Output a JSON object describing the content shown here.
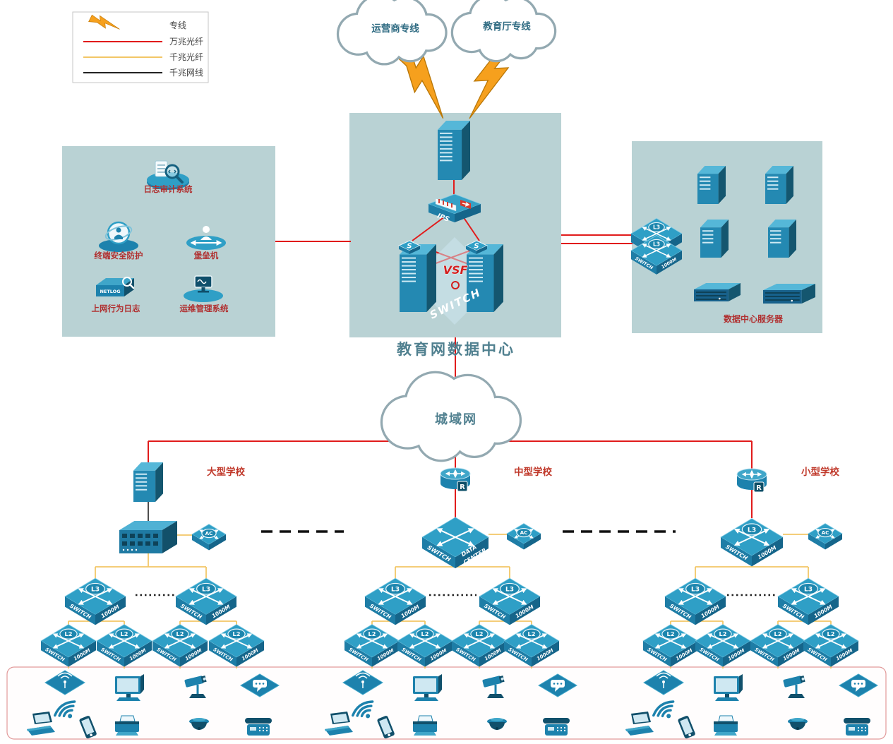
{
  "legend": {
    "items": [
      {
        "label": "专线"
      },
      {
        "label": "万兆光纤"
      },
      {
        "label": "千兆光纤"
      },
      {
        "label": "千兆网线"
      }
    ]
  },
  "clouds": {
    "operator": "运营商专线",
    "education": "教育厅专线",
    "man": "城域网"
  },
  "center_panel": {
    "title": "教育网数据中心",
    "vsf": "VSF",
    "switch_word": "SWITCH",
    "ips": "IPS",
    "s_badge": "S"
  },
  "left_panel": {
    "log_audit": "日志审计系统",
    "terminal_security": "终端安全防护",
    "bastion": "堡垒机",
    "net_log": "上网行为日志",
    "ops_mgmt": "运维管理系统",
    "netlog_tag": "NETLOG"
  },
  "right_panel": {
    "label": "数据中心服务器"
  },
  "schools": {
    "large": "大型学校",
    "medium": "中型学校",
    "small": "小型学校"
  },
  "device_labels": {
    "switch": "SWITCH",
    "m1000": "1000M",
    "l3": "L3",
    "l2": "L2",
    "ac": "AC",
    "r": "R",
    "data": "DATA",
    "center": "CENTER"
  },
  "colors": {
    "ten_gig_fiber": "#e11b1b",
    "gig_fiber": "#f2c666",
    "gig_cable": "#222222",
    "dedicated_line": "#f6a01d",
    "device_teal": "#1d82ad",
    "panel_teal": "#b9d2d4",
    "label_red": "#b03030",
    "title_teal": "#50808f"
  }
}
